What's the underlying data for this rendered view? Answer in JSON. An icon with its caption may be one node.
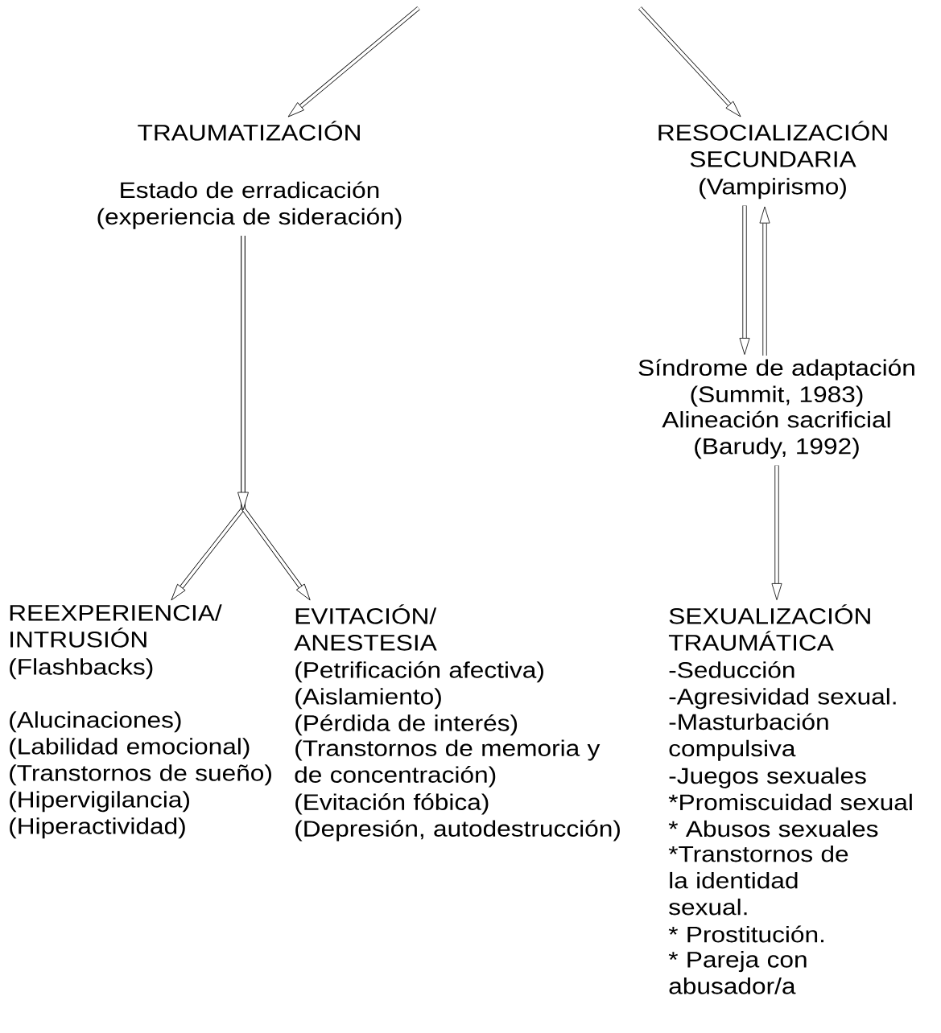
{
  "diagram": {
    "nodes": [
      {
        "text": [
          "TRAUMATIZACIÓN",
          "Estado de erradicación (experiencia de sideración)"
        ]
      },
      {
        "text": [
          "RESOCIALIZACIÓN SECUNDARIA",
          "(Vampirismo)"
        ]
      },
      {
        "text": [
          "Síndrome de adaptación (Summit, 1983)",
          "Alineación sacrificial (Barudy, 1992)"
        ]
      },
      {
        "text": [
          "REEXPERIENCIA/ INTRUSIÓN",
          "(Flashbacks)",
          "(Alucinaciones)",
          "(Labilidad emocional)",
          "(Transtornos de sueño)",
          "(Hipervigilancia)",
          "(Hiperactividad)"
        ]
      },
      {
        "text": [
          "EVITACIÓN/ ANESTESIA",
          "(Petrificación afectiva)",
          "(Aislamiento)",
          "(Pérdida de interés)",
          "(Transtornos de memoria y de concentración)",
          "(Evitación fóbica)",
          "(Depresión, autodestrucción)"
        ]
      },
      {
        "text": [
          "SEXUALIZACIÓN TRAUMÁTICA",
          "-Seducción",
          "-Agresividad sexual.",
          "-Masturbación compulsiva",
          "-Juegos sexuales",
          "*Promiscuidad sexual",
          "* Abusos sexuales",
          "*Transtornos de la identidad sexual.",
          "* Prostitución.",
          "* Pareja con abusador/a"
        ]
      }
    ],
    "edges": [
      {
        "from": null,
        "to": 0,
        "arrow": "to"
      },
      {
        "from": null,
        "to": 1,
        "arrow": "to"
      },
      {
        "from": 0,
        "to": 3,
        "arrow": "to"
      },
      {
        "from": 0,
        "to": 4,
        "arrow": "to"
      },
      {
        "from": 1,
        "to": 2,
        "arrow": "to"
      },
      {
        "from": 2,
        "to": 1,
        "arrow": "to"
      },
      {
        "from": 2,
        "to": 5,
        "arrow": "to"
      }
    ]
  }
}
